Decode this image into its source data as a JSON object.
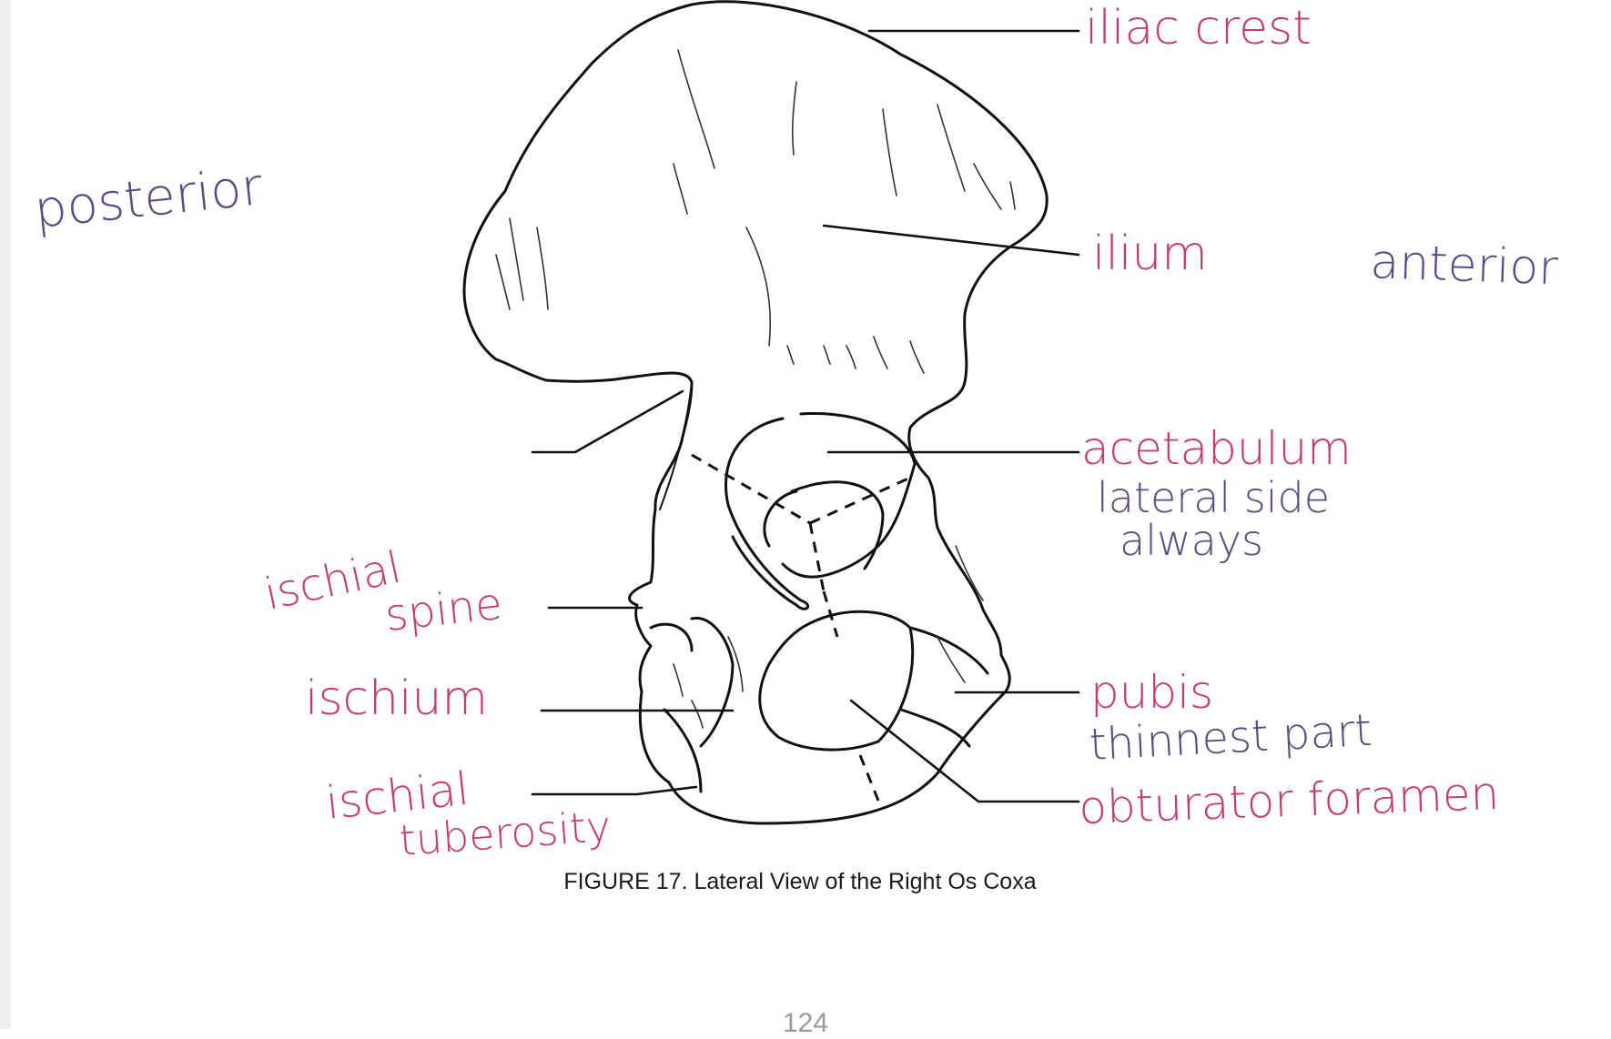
{
  "diagram": {
    "caption": "FIGURE 17.  Lateral View of the Right Os Coxa",
    "page_number": "124",
    "orientation": {
      "posterior": "posterior",
      "anterior": "anterior"
    },
    "labels": {
      "iliac_crest": "iliac crest",
      "ilium": "ilium",
      "acetabulum": "acetabulum",
      "acetabulum_note_1": "lateral side",
      "acetabulum_note_2": "always",
      "ischial_spine_1": "ischial",
      "ischial_spine_2": "spine",
      "ischium": "ischium",
      "ischial_tuberosity_1": "ischial",
      "ischial_tuberosity_2": "tuberosity",
      "pubis": "pubis",
      "pubis_note": "thinnest part",
      "obturator_foramen": "obturator foramen"
    }
  },
  "colors": {
    "label_pink": "#c83a73",
    "note_purple": "#5b4a86",
    "line": "#111111",
    "background": "#ffffff",
    "left_strip": "#efefef"
  }
}
